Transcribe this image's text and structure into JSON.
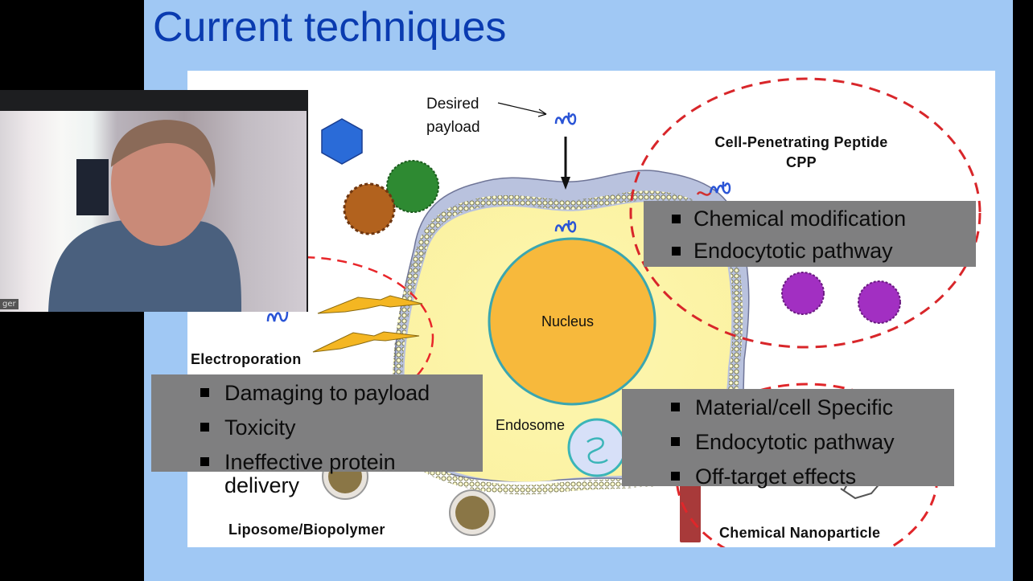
{
  "slide": {
    "title": "Current techniques",
    "background_color": "#a0c8f4",
    "title_color": "#0a3bb0",
    "diagram": {
      "desired_payload_label_line1": "Desired",
      "desired_payload_label_line2": "payload",
      "nucleus_label": "Nucleus",
      "endosome_label": "Endosome",
      "cpp_title_line1": "Cell-Penetrating Peptide",
      "cpp_title_line2": "CPP",
      "electroporation_label": "Electroporation",
      "liposome_label": "Liposome/Biopolymer",
      "nanoparticle_label": "Chemical Nanoparticle"
    },
    "callouts": {
      "cpp": {
        "items": [
          "Chemical modification",
          "Endocytotic pathway"
        ]
      },
      "electroporation": {
        "items": [
          "Damaging to payload",
          "Toxicity",
          "Ineffective protein",
          "delivery"
        ]
      },
      "nanoparticle": {
        "items": [
          "Material/cell Specific",
          "Endocytotic pathway",
          "Off-target effects"
        ]
      }
    }
  },
  "video": {
    "participant_name": "ger"
  }
}
